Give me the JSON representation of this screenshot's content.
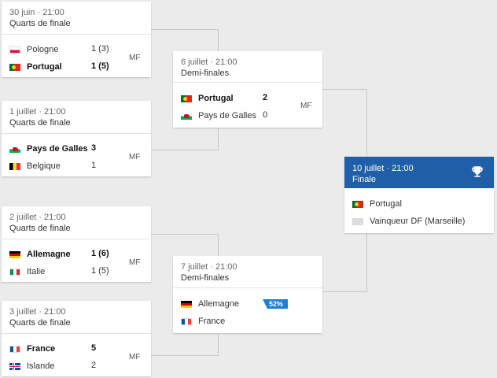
{
  "matches": {
    "qf1": {
      "date": "30 juin · 21:00",
      "stage": "Quarts de finale",
      "status": "MF",
      "teams": [
        {
          "name": "Pologne",
          "score": "1 (3)"
        },
        {
          "name": "Portugal",
          "score": "1 (5)"
        }
      ]
    },
    "qf2": {
      "date": "1 juillet · 21:00",
      "stage": "Quarts de finale",
      "status": "MF",
      "teams": [
        {
          "name": "Pays de Galles",
          "score": "3"
        },
        {
          "name": "Belgique",
          "score": "1"
        }
      ]
    },
    "qf3": {
      "date": "2 juillet · 21:00",
      "stage": "Quarts de finale",
      "status": "MF",
      "teams": [
        {
          "name": "Allemagne",
          "score": "1 (6)"
        },
        {
          "name": "Italie",
          "score": "1 (5)"
        }
      ]
    },
    "qf4": {
      "date": "3 juillet · 21:00",
      "stage": "Quarts de finale",
      "status": "MF",
      "teams": [
        {
          "name": "France",
          "score": "5"
        },
        {
          "name": "Islande",
          "score": "2"
        }
      ]
    },
    "sf1": {
      "date": "6 juillet · 21:00",
      "stage": "Demi-finales",
      "status": "MF",
      "teams": [
        {
          "name": "Portugal",
          "score": "2"
        },
        {
          "name": "Pays de Galles",
          "score": "0"
        }
      ]
    },
    "sf2": {
      "date": "7 juillet · 21:00",
      "stage": "Demi-finales",
      "teams": [
        {
          "name": "Allemagne",
          "probability": "52%"
        },
        {
          "name": "France"
        }
      ]
    },
    "final": {
      "date": "10 juillet · 21:00",
      "stage": "Finale",
      "teams": [
        {
          "name": "Portugal"
        },
        {
          "name": "Vainqueur DF (Marseille)"
        }
      ]
    }
  },
  "icons": {
    "trophy": "trophy-icon"
  },
  "colors": {
    "final_header": "#1f5fa8",
    "probability_badge": "#1f7fd1"
  }
}
